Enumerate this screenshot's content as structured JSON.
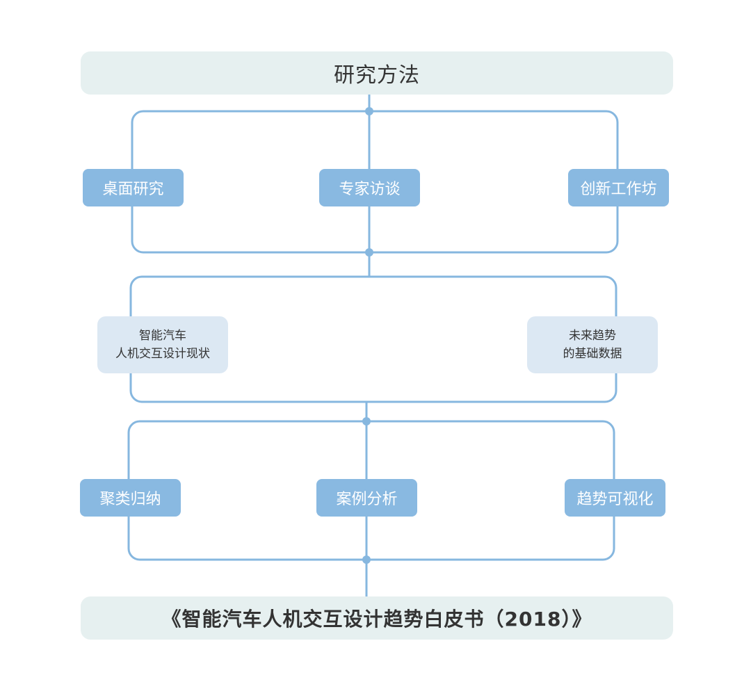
{
  "header": {
    "title": "研究方法"
  },
  "stage1": {
    "items": [
      "桌面研究",
      "专家访谈",
      "创新工作坊"
    ]
  },
  "stage2": {
    "left": [
      "智能汽车",
      "人机交互设计现状"
    ],
    "right": [
      "未来趋势",
      "的基础数据"
    ]
  },
  "stage3": {
    "items": [
      "聚类归纳",
      "案例分析",
      "趋势可视化"
    ]
  },
  "footer": {
    "title": "《智能汽车人机交互设计趋势白皮书（2018）》"
  },
  "colors": {
    "line": "#86b7df",
    "node_solid": "#89b9e1",
    "node_light": "#dce8f3",
    "banner": "#e6f0f0",
    "text_dark": "#333333"
  }
}
